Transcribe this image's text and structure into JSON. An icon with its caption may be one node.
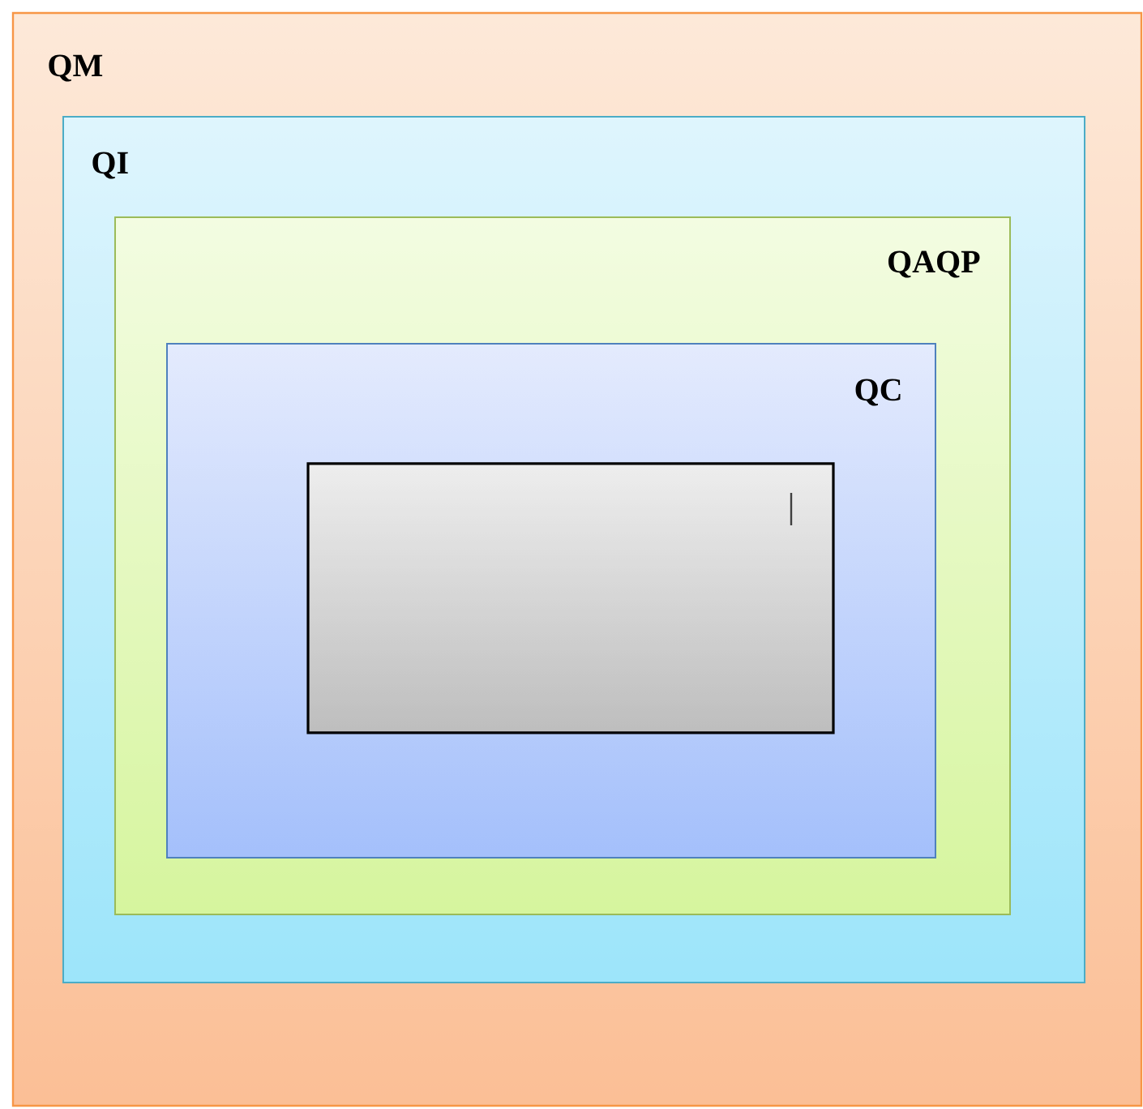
{
  "diagram": {
    "nodes": [
      {
        "text": [
          "QM"
        ]
      },
      {
        "text": [
          "QI"
        ],
        "in": 0
      },
      {
        "text": [
          "QAQP"
        ],
        "in": 1
      },
      {
        "text": [
          "QC"
        ],
        "in": 2
      },
      {
        "text": [],
        "shape": "box",
        "in": 3
      }
    ]
  }
}
